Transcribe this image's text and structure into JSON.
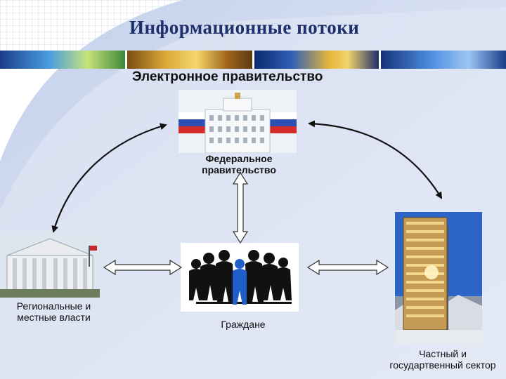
{
  "slide": {
    "title": "Информационные потоки",
    "heading": "Электронное правительство"
  },
  "nodes": {
    "federal": {
      "label_line1": "Федеральное",
      "label_line2": "прaвительство"
    },
    "regional": {
      "label_line1": "Региональные и",
      "label_line2": "местные власти"
    },
    "citizens": {
      "label": "Граждане"
    },
    "private": {
      "label_line1": "Частный и",
      "label_line2": "государтвенный сектор"
    }
  },
  "colors": {
    "title": "#1f2f6b",
    "accent_blue": "#2d62c8",
    "background_swoosh": "#c9d6ee"
  },
  "icons": [
    "government-building-image",
    "regional-building-image",
    "citizens-silhouette-image",
    "skyscraper-image",
    "curved-arrow",
    "double-arrow"
  ]
}
